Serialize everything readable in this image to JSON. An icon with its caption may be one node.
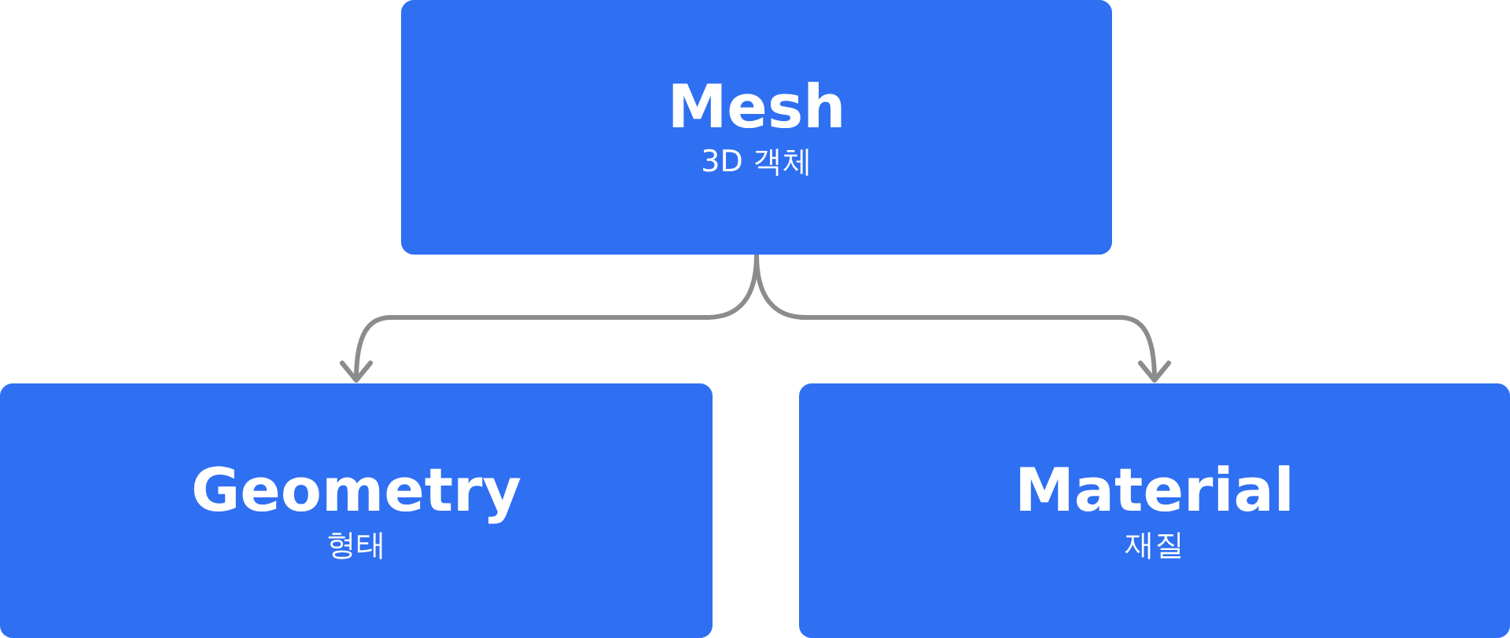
{
  "diagram": {
    "nodes": [
      {
        "text": [
          "Mesh",
          "3D 객체"
        ]
      },
      {
        "text": [
          "Geometry",
          "형태"
        ]
      },
      {
        "text": [
          "Material",
          "재질"
        ]
      }
    ],
    "edges": [
      {
        "from": 0,
        "to": 1,
        "arrow": "to"
      },
      {
        "from": 0,
        "to": 2,
        "arrow": "to"
      }
    ]
  }
}
